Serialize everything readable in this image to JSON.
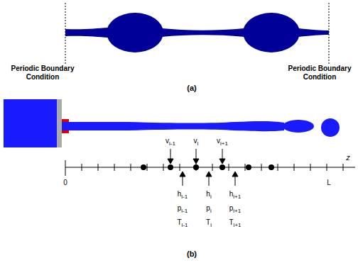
{
  "diagram": {
    "labels": [
      "Periodic Boundary Condition",
      "Periodic Boundary Condition",
      "(a)",
      "(b)",
      "0",
      "L",
      "z",
      "vi-1",
      "vi",
      "vi+1",
      "hi-1",
      "hi",
      "hi+1",
      "pi-1",
      "pi",
      "pi+1",
      "Ti-1",
      "Ti",
      "Ti+1"
    ]
  }
}
